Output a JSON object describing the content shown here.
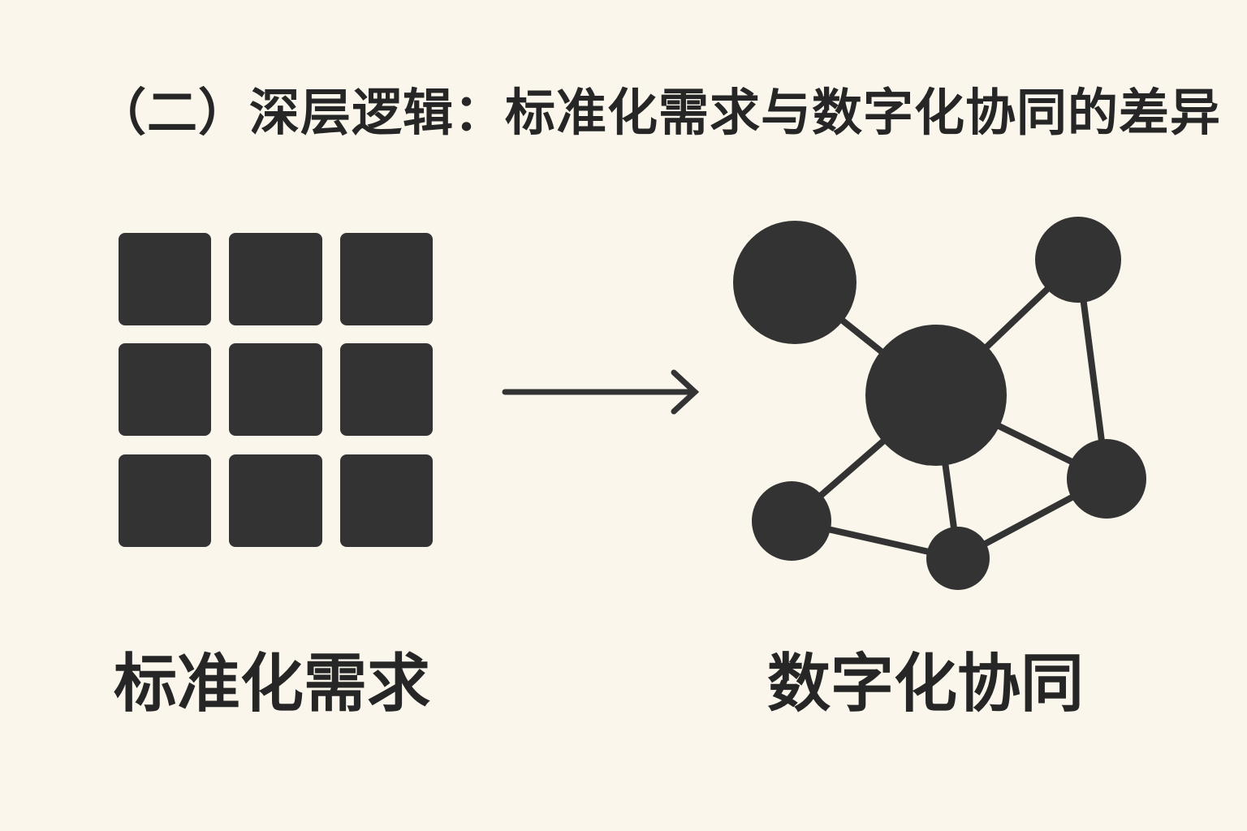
{
  "title": "（二）深层逻辑：标准化需求与数字化协同的差异",
  "left": {
    "label": "标准化需求",
    "icon": "grid-3x3-icon",
    "grid_rows": 3,
    "grid_cols": 3
  },
  "arrow": {
    "icon": "arrow-right-icon"
  },
  "right": {
    "label": "数字化协同",
    "icon": "network-graph-icon",
    "node_count": 6,
    "edge_count": 8
  },
  "colors": {
    "background": "#faf6ec",
    "foreground": "#333333"
  }
}
